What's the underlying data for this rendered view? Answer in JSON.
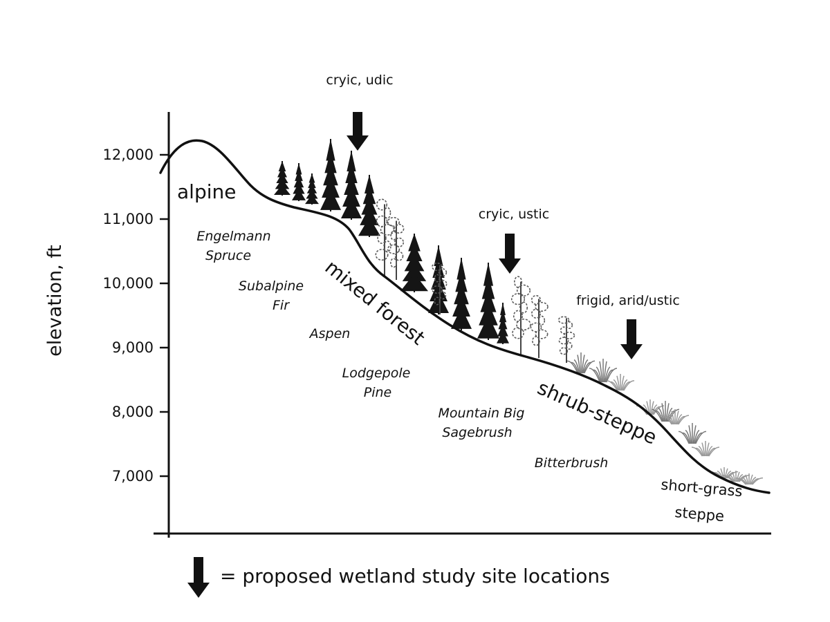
{
  "axis": {
    "title": "elevation, ft",
    "ticks": [
      {
        "value": 12000,
        "label": "12,000"
      },
      {
        "value": 11000,
        "label": "11,000"
      },
      {
        "value": 10000,
        "label": "10,000"
      },
      {
        "value": 9000,
        "label": "9,000"
      },
      {
        "value": 8000,
        "label": "8,000"
      },
      {
        "value": 7000,
        "label": "7,000"
      }
    ]
  },
  "zones": {
    "alpine": "alpine",
    "mixed_forest": "mixed forest",
    "shrub_steppe": "shrub-steppe",
    "short_grass_line1": "short-grass",
    "short_grass_line2": "steppe"
  },
  "vegetation": {
    "engelmann_1": "Engelmann",
    "engelmann_2": "Spruce",
    "subalpine_1": "Subalpine",
    "subalpine_2": "Fir",
    "aspen": "Aspen",
    "lodgepole_1": "Lodgepole",
    "lodgepole_2": "Pine",
    "sagebrush_1": "Mountain Big",
    "sagebrush_2": "Sagebrush",
    "bitterbrush": "Bitterbrush"
  },
  "sites": [
    {
      "label": "cryic, udic"
    },
    {
      "label": "cryic, ustic"
    },
    {
      "label": "frigid, arid/ustic"
    }
  ],
  "legend": {
    "text": "= proposed wetland study site locations"
  },
  "colors": {
    "ink": "#111111",
    "conifer": "#151515",
    "aspen": "#5a5a5a",
    "shrub": "#777777",
    "grass": "#999999"
  }
}
